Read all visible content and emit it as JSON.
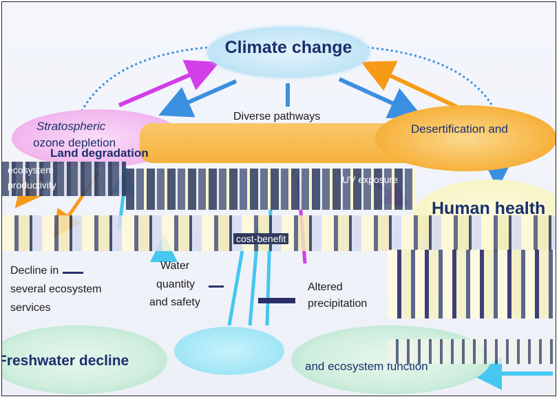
{
  "nodes": {
    "climate_change": "Climate change",
    "stratospheric": "Stratospheric",
    "ozone_depletion": "ozone depletion",
    "desertification": "Desertification and",
    "human_health": "Human health",
    "freshwater_decline": "Freshwater decline",
    "ecosystem_function": "and ecosystem function"
  },
  "labels": {
    "diverse_pathways": "Diverse pathways",
    "decline_line1": "Decline in",
    "decline_line2": "several ecosystem",
    "decline_line3": "services",
    "water_line1": "Water",
    "water_line2": "quantity",
    "water_line3": "and safety",
    "altered_line1": "Altered",
    "altered_line2": "precipitation",
    "land_degradation": "Land degradation",
    "ecosystem_productivity_1": "ecosystem",
    "ecosystem_productivity_2": "productivity",
    "uv_exposure": "UV exposure",
    "cost_benefit": "cost-benefit"
  },
  "colors": {
    "climate_node": "#bfe4f5",
    "ozone_node": "#f2b8ef",
    "desert_node": "#f7b13c",
    "health_node": "#f7f4c6",
    "fresh_node": "#cfeedd",
    "blue_arrow": "#3b8fe0",
    "orange_arrow": "#f79a18",
    "magenta_arrow": "#d23ee8",
    "cyan_arrow": "#45c7ef",
    "navy_text": "#1a2f6b"
  }
}
